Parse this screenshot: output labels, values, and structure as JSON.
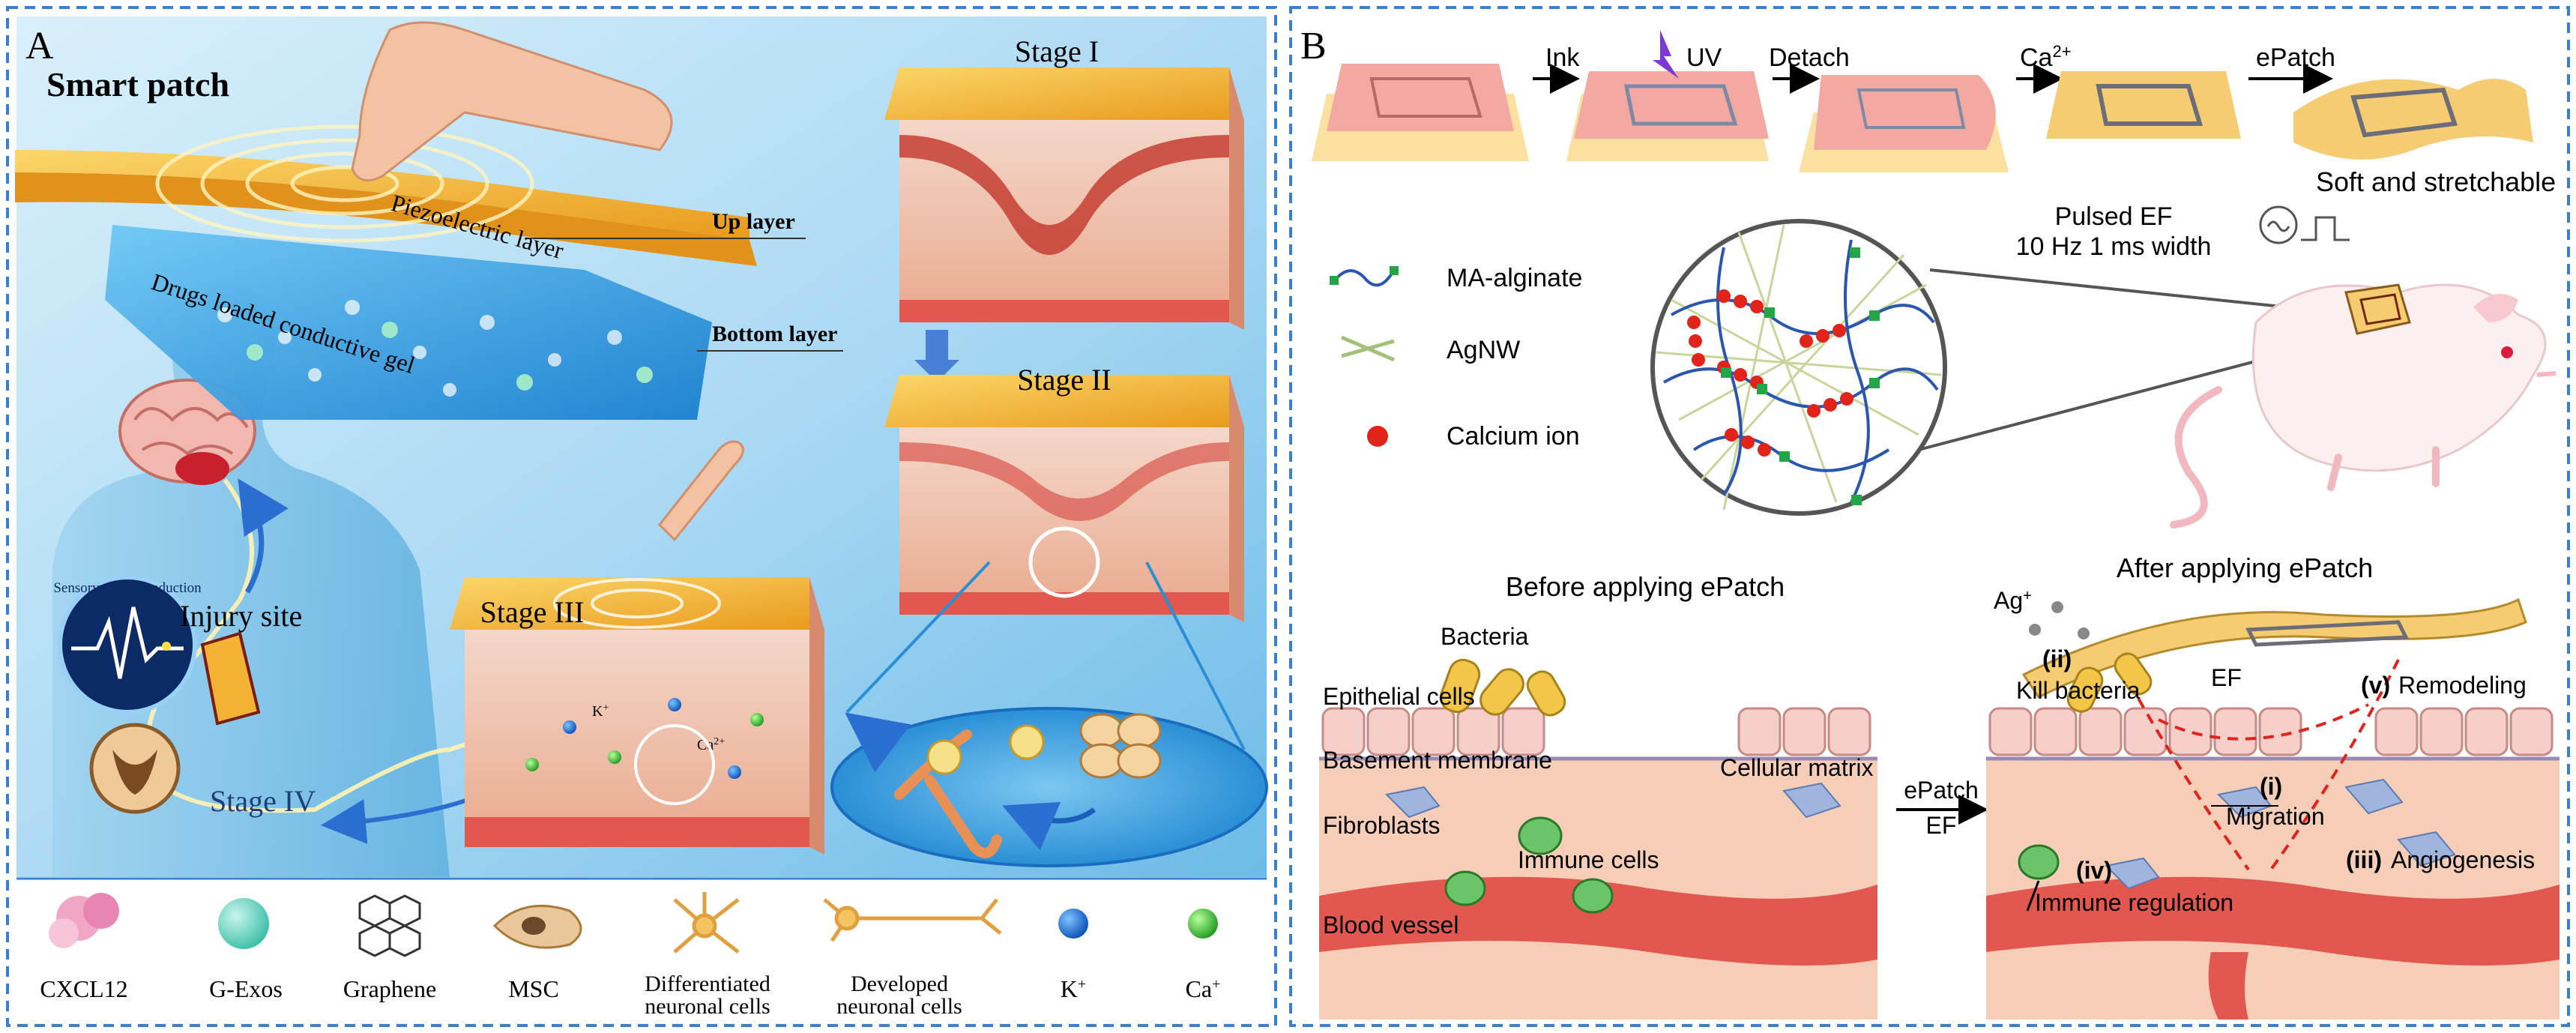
{
  "panel_a": {
    "letter": "A",
    "title": "Smart patch",
    "layer_up": "Up layer",
    "layer_piezo": "Piezoelectric layer",
    "layer_bottom": "Bottom layer",
    "layer_gel": "Drugs loaded conductive gel",
    "stage_1": "Stage I",
    "stage_2": "Stage II",
    "stage_3": "Stage III",
    "stage_4": "Stage IV",
    "injury_site": "Injury site",
    "sensory_nerve": "Sensory nerve conduction",
    "ion_k": "K",
    "ion_ca": "Ca",
    "ion_charge": "+",
    "ion_ca_charge": "2+",
    "legend": [
      {
        "label": "CXCL12"
      },
      {
        "label": "G-Exos"
      },
      {
        "label": "Graphene"
      },
      {
        "label": "MSC"
      },
      {
        "label": "Differentiated",
        "label2": "neuronal cells"
      },
      {
        "label": "Developed",
        "label2": "neuronal cells"
      },
      {
        "label": "K",
        "sup": "+"
      },
      {
        "label": "Ca",
        "sup": "+"
      }
    ]
  },
  "panel_b": {
    "letter": "B",
    "step_ink": "Ink",
    "step_uv": "UV",
    "step_detach": "Detach",
    "step_ca": "Ca",
    "step_ca_sup": "2+",
    "step_epatch": "ePatch",
    "soft": "Soft and stretchable",
    "pulsed": "Pulsed EF",
    "pulsed_detail": "10 Hz 1 ms width",
    "legend_ma": "MA-alginate",
    "legend_agnw": "AgNW",
    "legend_ca": "Calcium ion",
    "before_title": "Before applying ePatch",
    "after_title": "After applying ePatch",
    "bacteria": "Bacteria",
    "epithelial": "Epithelial cells",
    "basement": "Basement membrane",
    "cellular_matrix": "Cellular matrix",
    "fibroblasts": "Fibroblasts",
    "immune_cells": "Immune cells",
    "blood_vessel": "Blood vessel",
    "arrow_top": "ePatch",
    "arrow_bottom": "EF",
    "ag": "Ag",
    "ag_sup": "+",
    "ef": "EF",
    "ii": "(ii)",
    "kill": "Kill bacteria",
    "v": "(v)",
    "remodeling": "Remodeling",
    "i": "(i)",
    "migration": "Migration",
    "iv": "(iv)",
    "immune_reg": "Immune regulation",
    "iii": "(iii)",
    "angiogenesis": "Angiogenesis"
  },
  "colors": {
    "frame": "#3a7fd0",
    "sky": "#bfe3f7",
    "patch_gold": "#f2b234",
    "gel_blue": "#2f9be0",
    "skin": "#f6cdb6",
    "vessel": "#e2584f",
    "wire": "#2a56b0",
    "node": "#22a447",
    "calcium": "#e2231a",
    "epithelial": "#f6cfcb"
  }
}
